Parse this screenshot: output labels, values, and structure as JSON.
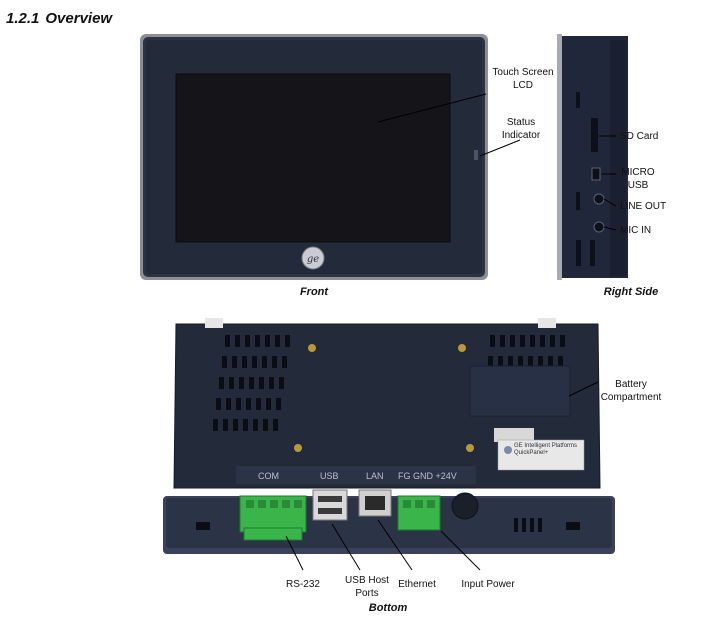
{
  "section": {
    "number": "1.2.1",
    "title": "Overview"
  },
  "front": {
    "caption": "Front",
    "callouts": {
      "touch_screen_line1": "Touch Screen",
      "touch_screen_line2": "LCD",
      "status_line1": "Status",
      "status_line2": "Indicator"
    }
  },
  "right_side": {
    "caption": "Right Side",
    "callouts": {
      "sd_card": "SD Card",
      "micro_usb_line1": "MICRO",
      "micro_usb_line2": "USB",
      "line_out": "LINE OUT",
      "mic_in": "MIC IN"
    }
  },
  "bottom": {
    "caption": "Bottom",
    "panel_labels": [
      "COM",
      "USB",
      "LAN",
      "FG GND +24V"
    ],
    "callouts": {
      "battery_line1": "Battery",
      "battery_line2": "Compartment",
      "rs232": "RS-232",
      "usb_host_line1": "USB Host",
      "usb_host_line2": "Ports",
      "ethernet": "Ethernet",
      "input_power": "Input Power"
    },
    "sticker_text": "GE Intelligent Platforms QuickPanel+"
  },
  "colors": {
    "panel_navy": "#232a3a",
    "bezel_edge": "#39425a",
    "screen": "#141419",
    "connector_green": "#39b54a"
  }
}
